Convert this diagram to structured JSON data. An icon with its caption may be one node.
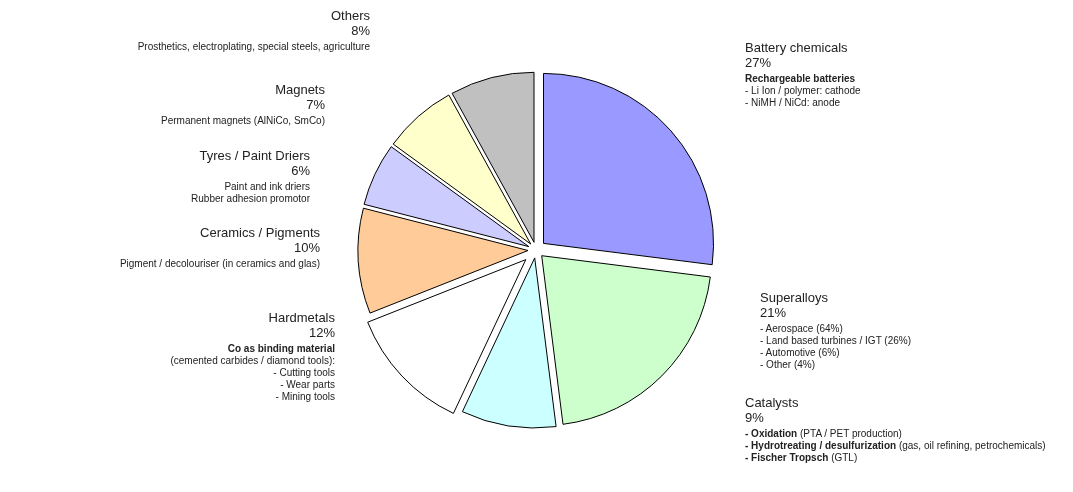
{
  "diagram": {
    "labels": [
      "Prosthetics, electroplating, special steels, agriculture",
      "**Rechargeable batteries**",
      "- Li Ion / polymer: cathode",
      "- NiMH / NiCd: anode",
      "Permanent magnets (AlNiCo, SmCo)",
      "Paint and ink driers",
      "Rubber adhesion promotor",
      "Pigment / decolouriser (in ceramics and glas)",
      "- Aerospace (64%)",
      "- Land based turbines / IGT (26%)",
      "- Automotive (6%)",
      "- Other (4%)",
      "**Co as binding material**",
      "(cemented carbides / diamond tools):",
      "- Cutting tools",
      "- Wear parts",
      "- Mining tools",
      "**- Oxidation** (PTA / PET production)",
      "**- Hydrotreating / desulfurization** (gas, oil refining, petrochemicals)",
      "**- Fischer Tropsch** (GTL)"
    ],
    "chart_data": {
      "type": "pie",
      "categories": [
        "Battery chemicals",
        "Superalloys",
        "Catalysts",
        "Hardmetals",
        "Ceramics / Pigments",
        "Tyres / Paint Driers",
        "Magnets",
        "Others"
      ],
      "values": [
        27,
        21,
        9,
        12,
        10,
        6,
        7,
        8
      ],
      "value_labels": [
        "27%",
        "21%",
        "9%",
        "12%",
        "10%",
        "6%",
        "7%",
        "8%"
      ]
    }
  }
}
